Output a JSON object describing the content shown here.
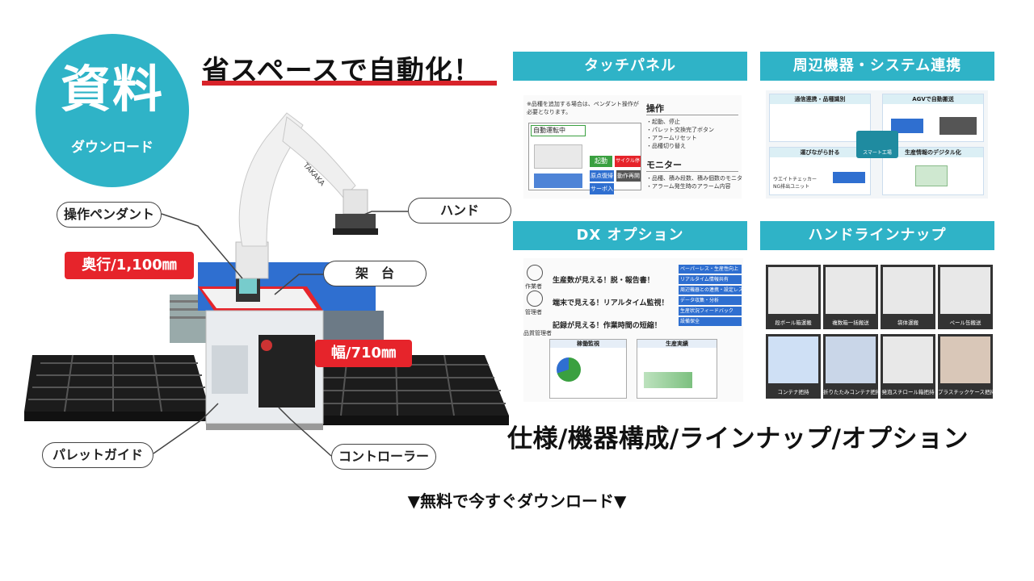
{
  "badge": {
    "title": "資料",
    "subtitle": "ダウンロード"
  },
  "headline": "省スペースで自動化！",
  "callouts": {
    "pendant": "操作ペンダント",
    "hand": "ハンド",
    "depth": "奥行/1,100㎜",
    "stand": "架　台",
    "width": "幅/710㎜",
    "pallet_guide": "パレットガイド",
    "controller": "コントローラー"
  },
  "robot_brand": "TAKAKA",
  "panels": {
    "touch": {
      "title": "タッチパネル",
      "note": "※品種を追加する場合は、ペンダント操作が必要となります。",
      "status": "自動運転中",
      "ops_title": "操作",
      "ops_items": [
        "・起動、停止",
        "・パレット交換完了ボタン",
        "・アラームリセット",
        "・品種切り替え"
      ],
      "monitor_title": "モニター",
      "monitor_items": [
        "・品種、積み段数、積み個数のモニタ",
        "・アラーム発生時のアラーム内容"
      ],
      "buttons": [
        "起動",
        "サイクル停止",
        "原点復帰",
        "動作再開",
        "サーボ入"
      ]
    },
    "system": {
      "title": "周辺機器・システム連携",
      "cards": [
        "通信連携・品種識別",
        "AGVで自動搬送",
        "運びながら計る",
        "生産情報のデジタル化"
      ],
      "center": "スマート工場",
      "checker": "ウエイトチェッカー NG排出ユニット"
    },
    "dx": {
      "title": "DX オプション",
      "roles": [
        "作業者",
        "管理者",
        "品質管理者"
      ],
      "lines": [
        "生産数が見える！脱・報告書！",
        "端末で見える！リアルタイム監視！",
        "記録が見える！作業時間の短縮！"
      ],
      "tags": [
        "ペーパーレス・生産性向上",
        "リアルタイム情報共有",
        "周辺機器との連携・設定レス",
        "データ収集・分析",
        "生産状況フィードバック",
        "設備保全"
      ],
      "screens": [
        "稼働監視",
        "生産実績"
      ]
    },
    "lineup": {
      "title": "ハンドラインナップ",
      "items": [
        "段ボール箱運搬",
        "複数箱一括搬送",
        "袋体運搬",
        "ペール缶搬送",
        "コンテナ把持",
        "折りたたみコンテナ把持",
        "発泡スチロール箱把持",
        "プラスチックケース把持"
      ]
    }
  },
  "spec_text": "仕様/機器構成/ラインナップ/オプション",
  "download_cta": "▼無料で今すぐダウンロード▼",
  "colors": {
    "teal": "#2fb3c7",
    "red": "#e6242b",
    "blue": "#2f6fd0",
    "green": "#3aa040"
  }
}
